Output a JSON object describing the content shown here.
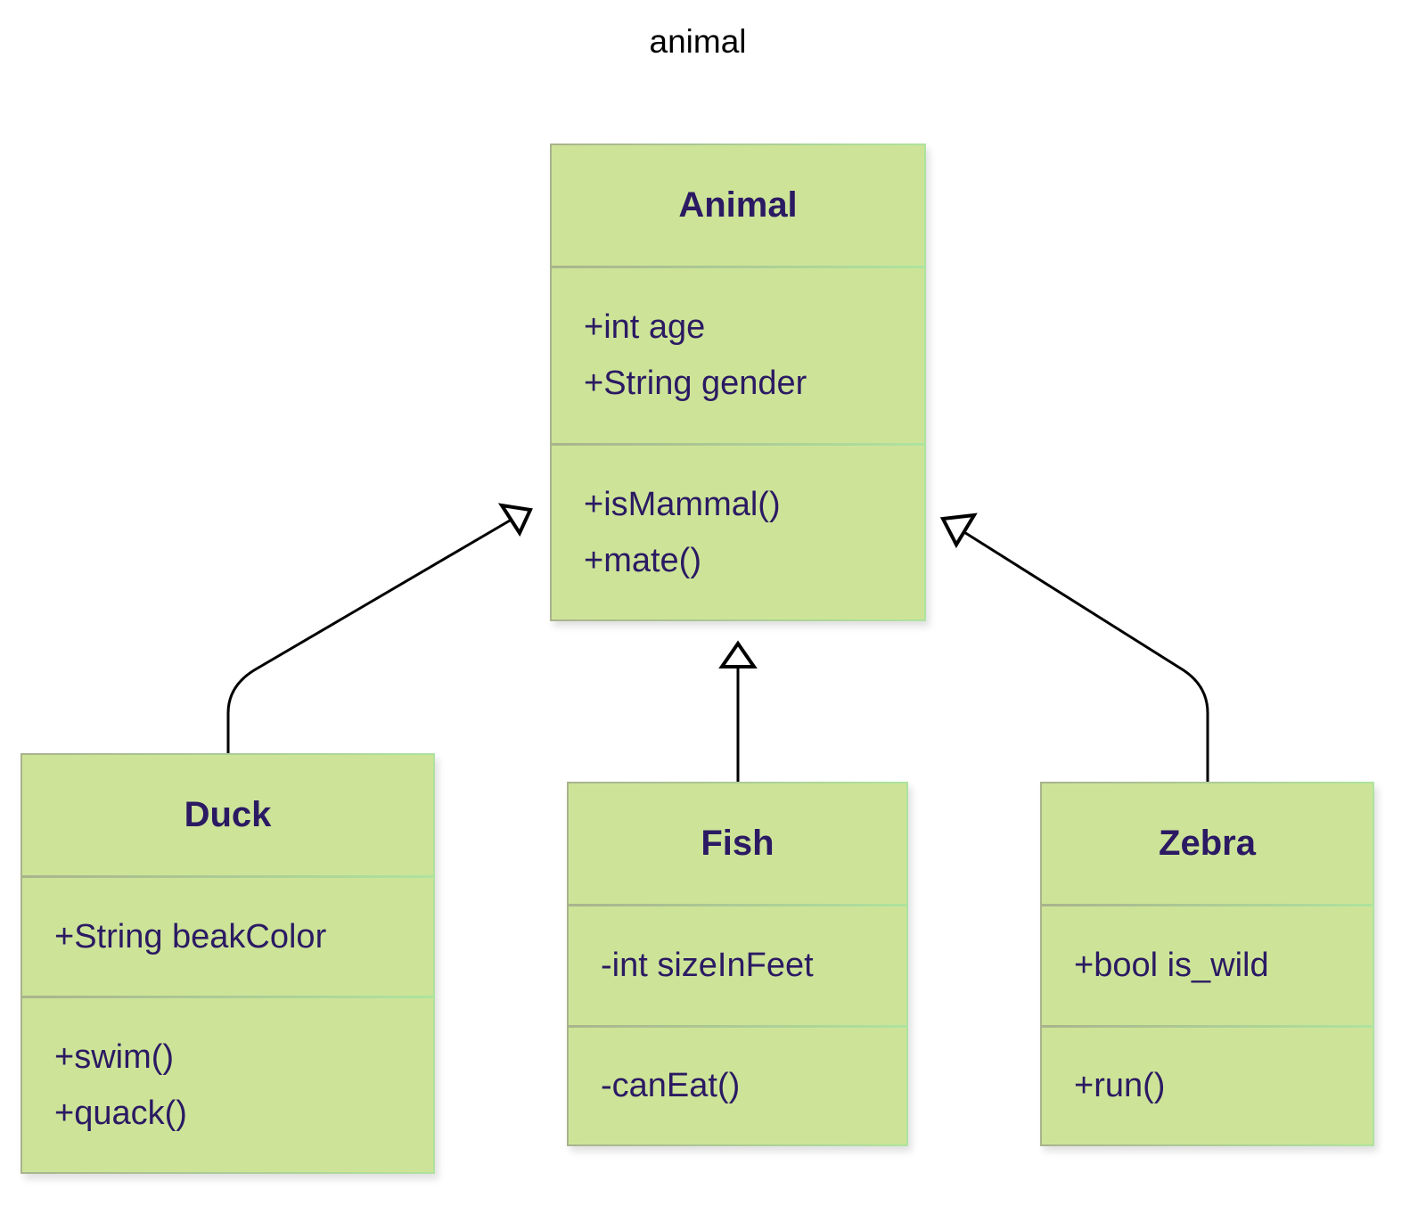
{
  "diagram": {
    "title": "animal",
    "type": "uml-class-diagram",
    "colors": {
      "box_fill": "#cde498",
      "text": "#2b1a63",
      "edge": "#000000"
    },
    "classes": {
      "animal": {
        "name": "Animal",
        "attributes": [
          "+int age",
          "+String gender"
        ],
        "methods": [
          "+isMammal()",
          "+mate()"
        ]
      },
      "duck": {
        "name": "Duck",
        "attributes": [
          "+String beakColor"
        ],
        "methods": [
          "+swim()",
          "+quack()"
        ]
      },
      "fish": {
        "name": "Fish",
        "attributes": [
          "-int sizeInFeet"
        ],
        "methods": [
          "-canEat()"
        ]
      },
      "zebra": {
        "name": "Zebra",
        "attributes": [
          "+bool is_wild"
        ],
        "methods": [
          "+run()"
        ]
      }
    },
    "relations": [
      {
        "from": "Duck",
        "to": "Animal",
        "kind": "inheritance"
      },
      {
        "from": "Fish",
        "to": "Animal",
        "kind": "inheritance"
      },
      {
        "from": "Zebra",
        "to": "Animal",
        "kind": "inheritance"
      }
    ]
  }
}
